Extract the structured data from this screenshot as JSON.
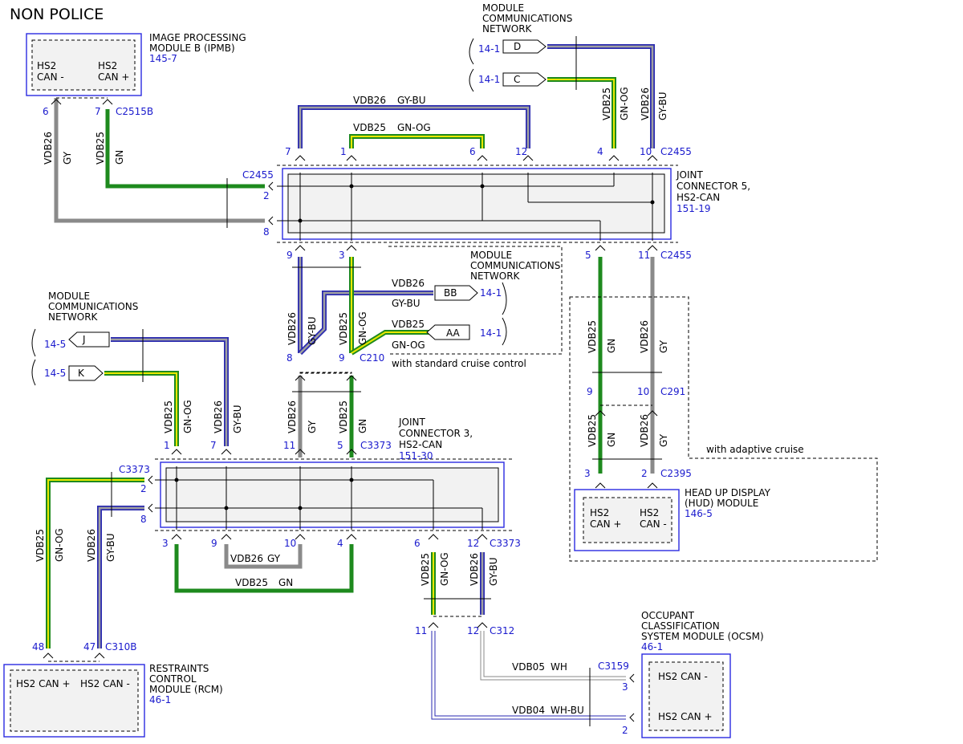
{
  "title": "NON POLICE",
  "colors": {
    "green": "#1e8a1e",
    "gray": "#8a8a8a",
    "blue": "#4a4adf",
    "yellow": "#e8e800",
    "label_blue": "#1a1acd"
  },
  "modules": {
    "ipmb": {
      "name_lines": [
        "IMAGE PROCESSING",
        "MODULE B (IPMB)"
      ],
      "ref": "145-7",
      "pins": [
        [
          "HS2",
          "CAN -"
        ],
        [
          "HS2",
          "CAN +"
        ]
      ]
    },
    "rcm": {
      "name_lines": [
        "RESTRAINTS",
        "CONTROL",
        "MODULE (RCM)"
      ],
      "ref": "46-1",
      "pins": [
        "HS2 CAN +",
        "HS2 CAN -"
      ]
    },
    "hud": {
      "name_lines": [
        "HEAD UP DISPLAY",
        "(HUD) MODULE"
      ],
      "ref": "146-5",
      "pins": [
        [
          "HS2",
          "CAN +"
        ],
        [
          "HS2",
          "CAN -"
        ]
      ]
    },
    "ocsm": {
      "name_lines": [
        "OCCUPANT",
        "CLASSIFICATION",
        "SYSTEM MODULE (OCSM)"
      ],
      "ref": "46-1",
      "pins": [
        "HS2 CAN -",
        "HS2 CAN +"
      ]
    }
  },
  "joints": {
    "jc5": {
      "name_lines": [
        "JOINT",
        "CONNECTOR 5,",
        "HS2-CAN"
      ],
      "ref": "151-19"
    },
    "jc3": {
      "name_lines": [
        "JOINT",
        "CONNECTOR 3,",
        "HS2-CAN"
      ],
      "ref": "151-30"
    }
  },
  "networks": {
    "top": {
      "label_lines": [
        "MODULE",
        "COMMUNICATIONS",
        "NETWORK"
      ],
      "tags": [
        "D",
        "C"
      ],
      "refs": [
        "14-1",
        "14-1"
      ]
    },
    "mid": {
      "label_lines": [
        "MODULE",
        "COMMUNICATIONS",
        "NETWORK"
      ],
      "tags": [
        "BB",
        "AA"
      ],
      "refs": [
        "14-1",
        "14-1"
      ]
    },
    "left": {
      "label_lines": [
        "MODULE",
        "COMMUNICATIONS",
        "NETWORK"
      ],
      "tags": [
        "J",
        "K"
      ],
      "refs": [
        "14-5",
        "14-5"
      ]
    }
  },
  "notes": {
    "standard_cruise": "with standard cruise control",
    "adaptive_cruise": "with adaptive cruise"
  },
  "connectors": [
    "C2515B",
    "C2455",
    "C2455",
    "C2455",
    "C2455",
    "C210",
    "C291",
    "C2395",
    "C3373",
    "C3373",
    "C3373",
    "C310B",
    "C312",
    "C3159"
  ],
  "circuits": [
    "VDB26",
    "VDB25",
    "VDB05",
    "VDB04"
  ],
  "wire_colors": [
    "GY",
    "GN",
    "GY-BU",
    "GN-OG",
    "WH",
    "WH-BU"
  ],
  "pin_numbers": [
    "6",
    "7",
    "7",
    "1",
    "6",
    "12",
    "4",
    "10",
    "2",
    "8",
    "9",
    "3",
    "5",
    "11",
    "8",
    "9",
    "9",
    "10",
    "3",
    "2",
    "11",
    "5",
    "1",
    "7",
    "2",
    "8",
    "3",
    "9",
    "10",
    "4",
    "6",
    "12",
    "11",
    "12",
    "48",
    "47",
    "3",
    "2"
  ]
}
